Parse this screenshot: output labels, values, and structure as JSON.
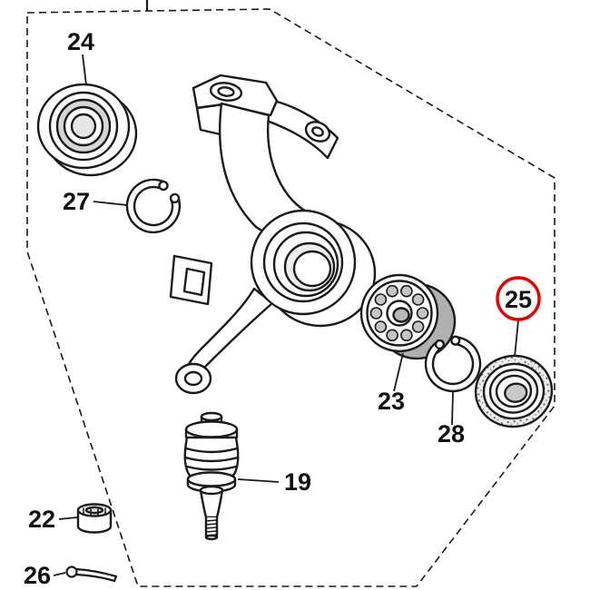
{
  "diagram": {
    "kind": "exploded-parts-diagram",
    "subject": "steering-knuckle-assembly",
    "colors": {
      "line": "#1a1a1a",
      "background": "#ffffff",
      "highlight": "#e60000"
    },
    "parts": [
      {
        "ref": "24",
        "name": "bearing-upper"
      },
      {
        "ref": "27",
        "name": "snap-ring-upper"
      },
      {
        "ref": "23",
        "name": "ball-bearing"
      },
      {
        "ref": "28",
        "name": "snap-ring-side"
      },
      {
        "ref": "25",
        "name": "dust-seal",
        "highlighted": true
      },
      {
        "ref": "19",
        "name": "ball-joint"
      },
      {
        "ref": "22",
        "name": "castle-nut"
      },
      {
        "ref": "26",
        "name": "cotter-pin"
      }
    ],
    "highlight": {
      "part": "25",
      "color": "#e60000"
    }
  }
}
